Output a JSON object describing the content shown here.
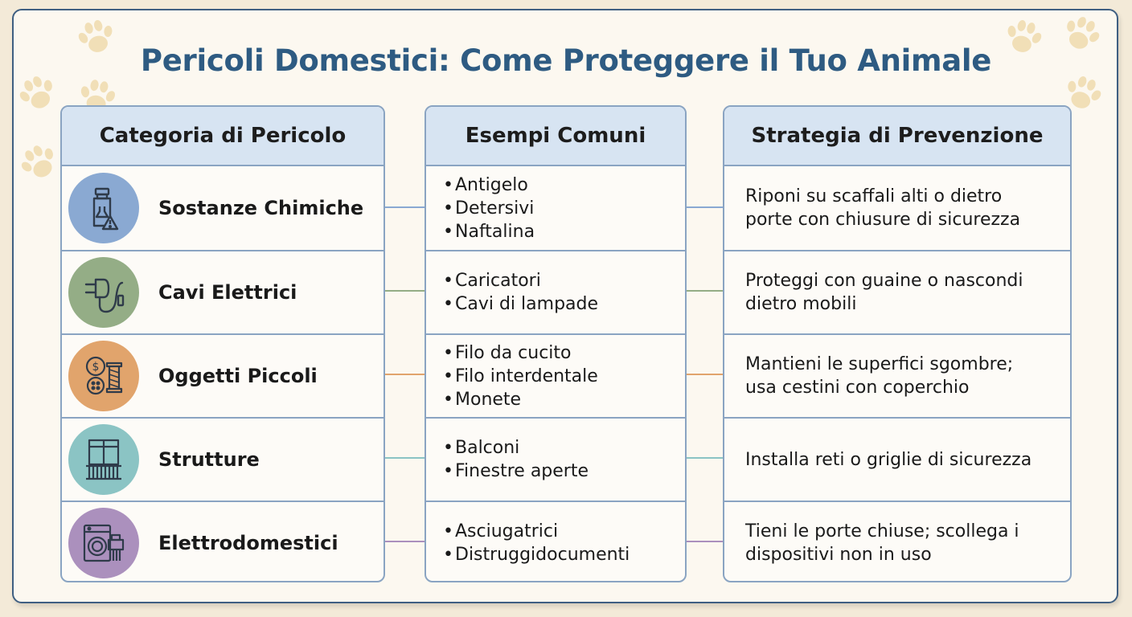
{
  "title": "Pericoli Domestici: Come Proteggere il Tuo Animale",
  "headers": {
    "category": "Categoria di Pericolo",
    "examples": "Esempi Comuni",
    "strategy": "Strategia di Prevenzione"
  },
  "rows": [
    {
      "category": "Sostanze Chimiche",
      "icon": "chemical-bottle-icon",
      "color": "#8aa9d2",
      "examples": [
        "Antigelo",
        "Detersivi",
        "Naftalina"
      ],
      "strategy": "Riponi su scaffali alti o dietro porte con chiusure di sicurezza"
    },
    {
      "category": "Cavi Elettrici",
      "icon": "electric-plug-icon",
      "color": "#94ad86",
      "examples": [
        "Caricatori",
        "Cavi di lampade"
      ],
      "strategy": "Proteggi con guaine o nascondi dietro mobili"
    },
    {
      "category": "Oggetti Piccoli",
      "icon": "coin-button-thread-icon",
      "color": "#e1a46c",
      "examples": [
        "Filo da cucito",
        "Filo interdentale",
        "Monete"
      ],
      "strategy": "Mantieni le superfici sgombre; usa cestini con coperchio"
    },
    {
      "category": "Strutture",
      "icon": "window-balcony-icon",
      "color": "#8bc4c4",
      "examples": [
        "Balconi",
        "Finestre aperte"
      ],
      "strategy": "Installa reti o griglie di sicurezza"
    },
    {
      "category": "Elettrodomestici",
      "icon": "washing-machine-shredder-icon",
      "color": "#ab90bd",
      "examples": [
        "Asciugatrici",
        "Distruggidocumenti"
      ],
      "strategy": "Tieni le porte chiuse; scollega i dispositivi non in uso"
    }
  ],
  "decoration": {
    "paw_color": "#f1dfb7",
    "paw_icon": "paw-print-icon"
  }
}
